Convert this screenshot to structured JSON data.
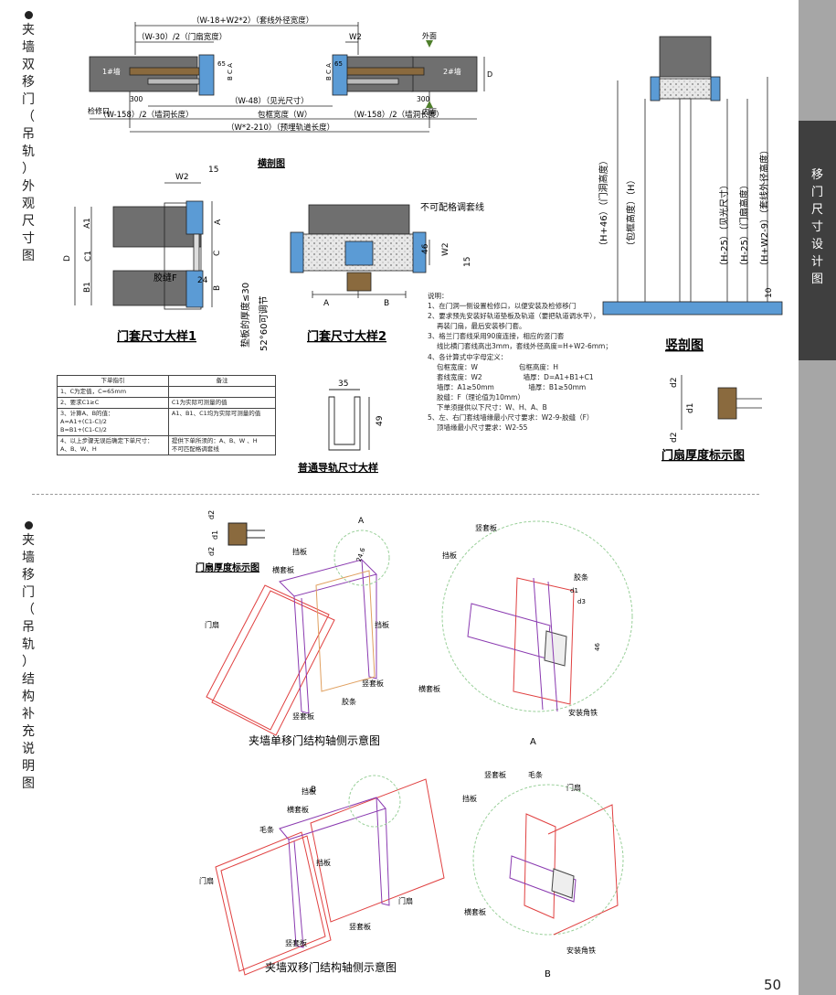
{
  "section1_title": [
    "夹",
    "墙",
    "双",
    "移",
    "门",
    "（",
    "吊",
    "轨",
    "）",
    "外",
    "观",
    "尺",
    "寸",
    "图"
  ],
  "section2_title": [
    "夹",
    "墙",
    "移",
    "门",
    "（",
    "吊",
    "轨",
    "）",
    "结",
    "构",
    "补",
    "充",
    "说",
    "明",
    "图"
  ],
  "sidebar_tab": [
    "移",
    "门",
    "尺",
    "寸",
    "设",
    "计",
    "图"
  ],
  "page_number": "50",
  "top_plan": {
    "dim_overall": "（W-18+W2*2）（套线外径宽度）",
    "dim_door_width": "（W-30）/2（门扇宽度）",
    "w2": "W2",
    "exterior": "外面",
    "interior": "内面",
    "wall1": "1#墙",
    "wall2": "2#墙",
    "d": "D",
    "n65": "65",
    "bca": "B C A",
    "n300": "300",
    "access": "检修口",
    "visible": "（W-48）（见光尺寸）",
    "hole_len_left": "（W-158）/2（墙洞长度）",
    "frame_width": "包框宽度（W）",
    "hole_len_right": "（W-158）/2（墙洞长度）",
    "track_len": "（W*2-210）（预埋轨道长度）",
    "section_label": "横剖图"
  },
  "detail1": {
    "w2": "W2",
    "n15": "15",
    "a1": "A1",
    "c1": "C1",
    "b1": "B1",
    "d": "D",
    "a": "A",
    "c": "C",
    "b": "B",
    "glue": "胶缝F",
    "n24": "24",
    "title": "门套尺寸大样1"
  },
  "detail2": {
    "no_adjust": "不可配格调套线",
    "shim": "垫板的厚度≤30",
    "adjust": "52°60可调节",
    "n46": "46",
    "w2": "W2",
    "n15": "15",
    "a": "A",
    "b": "B",
    "title": "门套尺寸大样2"
  },
  "rail": {
    "n35": "35",
    "n49": "49",
    "title": "普通导轨尺寸大样"
  },
  "vertical": {
    "h46": "（H+46）（门洞高度）",
    "h": "（包框高度）（H）",
    "h25a": "（H-25）（见光尺寸）",
    "h25b": "（H-25）（门扇高度）",
    "hw": "（H+W2-9）（套线外径高度）",
    "n10": "10",
    "title": "竖剖图"
  },
  "thickness": {
    "d2a": "d2",
    "d1": "d1",
    "d2b": "d2",
    "title": "门扇厚度标示图"
  },
  "table": {
    "header": [
      "下单指引",
      "备注"
    ],
    "rows": [
      [
        "1、C为定值，C=65mm",
        ""
      ],
      [
        "2、要求C1≥C",
        "C1为实际可测量的值"
      ],
      [
        "3、计算A、B的值：\nA=A1+(C1-C)/2\nB=B1+(C1-C)/2",
        "A1、B1、C1均为实际可测量的值"
      ],
      [
        "4、以上步骤无误后确定下单尺寸：\nA、B、W、H",
        "提供下单所须的：A、B、W 、H\n不可匹配格调套线"
      ]
    ]
  },
  "notes": [
    "说明：",
    "1、在门洞一侧设置检修口，以便安装及检修移门",
    "2、要求预先安装好轨道垫板及轨道（要把轨道调水平），",
    "再装门扇，最后安装移门套。",
    "3、格兰门套线采用90度连接，相应的竖门套",
    "线比横门套线高出3mm，套线外径高度=H+W2-6mm；",
    "4、各计算式中字母定义：",
    "包框宽度：W　　　　　　包框高度：H",
    "套线宽度：W2　　　　　　墙厚：D=A1+B1+C1",
    "墙厚：A1≥50mm　　　　　墙厚：B1≥50mm",
    "胶缝：F（理论值为10mm）",
    "下单须提供以下尺寸：W、H、A、B",
    "5、左、右门套线墙缘最小尺寸要求：W2-9-胶缝（F）",
    "顶墙缘最小尺寸要求：W2-55"
  ],
  "iso": {
    "thickness_title": "门扇厚度标示图",
    "d2": "d2",
    "d1": "d1",
    "a_label": "A",
    "dim_a": "24.6",
    "stop": "挡板",
    "top_casing": "横套板",
    "door_leaf": "门扇",
    "side_casing": "竖套板",
    "glue_strip": "胶条",
    "single_title": "夹墙单移门结构轴侧示意图",
    "detailA_top": "竖套板",
    "detailA_stop": "挡板",
    "detailA_glue": "胶条",
    "detailA_d1": "d1",
    "detailA_d3": "d3",
    "detailA_46": "46",
    "detailA_top_casing": "横套板",
    "detailA_bracket": "安装角铁",
    "detailA_label": "A",
    "b_label": "B",
    "double_stop": "挡板",
    "double_top_casing": "横套板",
    "double_brush": "毛条",
    "double_stop2": "挡板",
    "double_leaf_left": "门扇",
    "double_leaf_right": "门扇",
    "double_side_casing": "竖套板",
    "double_side_casing2": "竖套板",
    "double_title": "夹墙双移门结构轴侧示意图",
    "detailB_side": "竖套板",
    "detailB_brush": "毛条",
    "detailB_leaf": "门扇",
    "detailB_stop": "挡板",
    "detailB_top_casing": "横套板",
    "detailB_bracket": "安装角铁",
    "detailB_label": "B"
  }
}
